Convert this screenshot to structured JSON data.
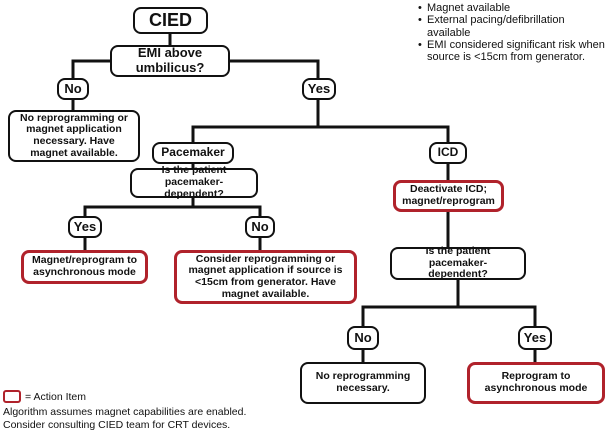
{
  "notes": [
    "Magnet available",
    "External pacing/defibrillation available",
    "EMI considered significant risk when source is <15cm from generator."
  ],
  "nodes": {
    "cied": "CIED",
    "emi_question": "EMI above umbilicus?",
    "no_1": "No",
    "yes_1": "Yes",
    "no_reprogramming_magnet": "No reprogramming or magnet application necessary. Have magnet available.",
    "pacemaker": "Pacemaker",
    "icd": "ICD",
    "pm_dependent_q1": "Is the patient pacemaker-dependent?",
    "deactivate_icd": "Deactivate ICD; magnet/reprogram",
    "yes_2": "Yes",
    "no_2": "No",
    "magnet_reprogram_async": "Magnet/reprogram to asynchronous mode",
    "consider_reprogramming": "Consider reprogramming or magnet application if source is <15cm from generator. Have magnet available.",
    "pm_dependent_q2": "Is the patient pacemaker-dependent?",
    "no_3": "No",
    "yes_3": "Yes",
    "no_reprogramming": "No reprogramming necessary.",
    "reprogram_async": "Reprogram to asynchronous mode"
  },
  "legend": {
    "label": "= Action Item",
    "action_color": "#b0222b"
  },
  "footnotes": [
    "Algorithm assumes magnet capabilities are enabled.",
    "Consider consulting CIED team for CRT devices."
  ]
}
